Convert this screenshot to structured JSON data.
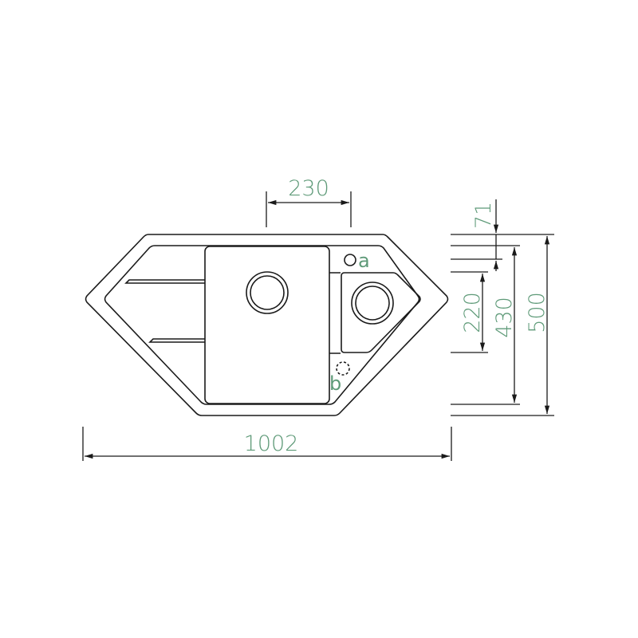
{
  "dimensions": {
    "tap_hole_spacing": "230",
    "total_width": "1002",
    "front_offset": "71",
    "small_bowl_depth": "220",
    "cutout_depth": "430",
    "total_depth": "500"
  },
  "labels": {
    "tap_hole": "a",
    "optional_hole": "b"
  },
  "colors": {
    "dimension_text": "#5e9a78",
    "lines": "#1a1a1a"
  }
}
